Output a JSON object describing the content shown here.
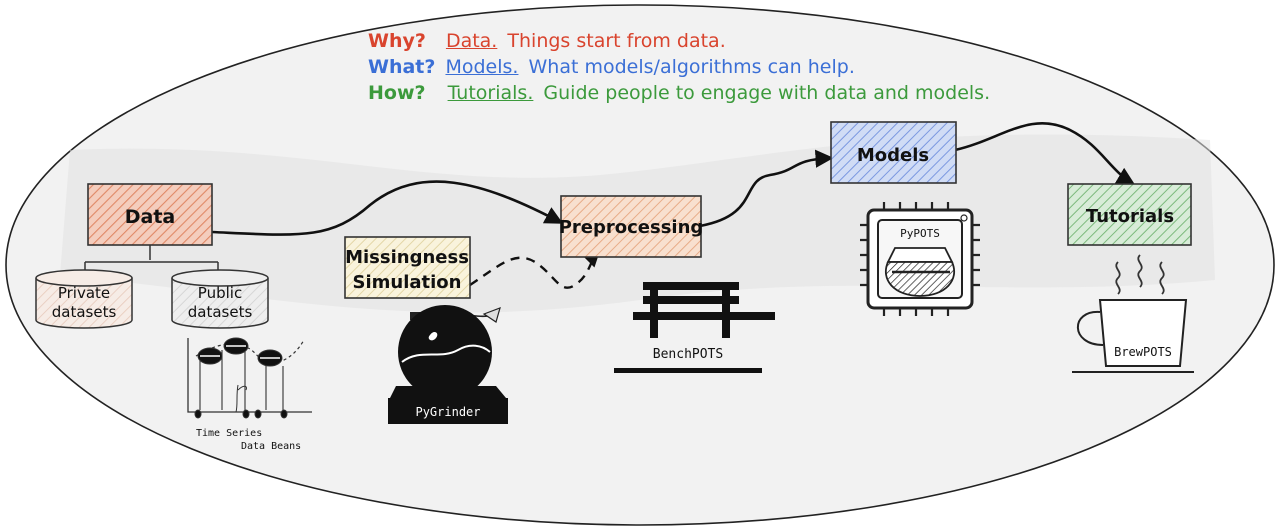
{
  "header": {
    "why": {
      "q": "Why?",
      "key": "Data.",
      "text": "Things start from data.",
      "color": "#d9442e"
    },
    "what": {
      "q": "What?",
      "key": "Models.",
      "text": "What models/algorithms can help.",
      "color": "#3b6fd6"
    },
    "how": {
      "q": "How?",
      "key": "Tutorials.",
      "text": "Guide people to engage with data and models.",
      "color": "#3c9a3c"
    }
  },
  "nodes": {
    "data": "Data",
    "preprocessing": "Preprocessing",
    "missingness_line1": "Missingness",
    "missingness_line2": "Simulation",
    "models": "Models",
    "tutorials": "Tutorials",
    "private_line1": "Private",
    "private_line2": "datasets",
    "public_line1": "Public",
    "public_line2": "datasets"
  },
  "tools": {
    "pygrinder": "PyGrinder",
    "benchpots": "BenchPOTS",
    "pypots": "PyPOTS",
    "brewpots": "BrewPOTS"
  },
  "beans": {
    "line1": "Time Series",
    "line2": "Data Beans"
  },
  "colors": {
    "data_fill": "#f2c6b4",
    "data_hatch": "#d96a47",
    "preproc_fill": "#f6d9c4",
    "preproc_hatch": "#e3a07a",
    "missing_fill": "#f7efcf",
    "missing_hatch": "#d8c58a",
    "models_fill": "#c5d3f2",
    "models_hatch": "#5f80d6",
    "tutorials_fill": "#cfe6cf",
    "tutorials_hatch": "#5fa65f",
    "ellipse_fill": "#f3f3f3"
  }
}
